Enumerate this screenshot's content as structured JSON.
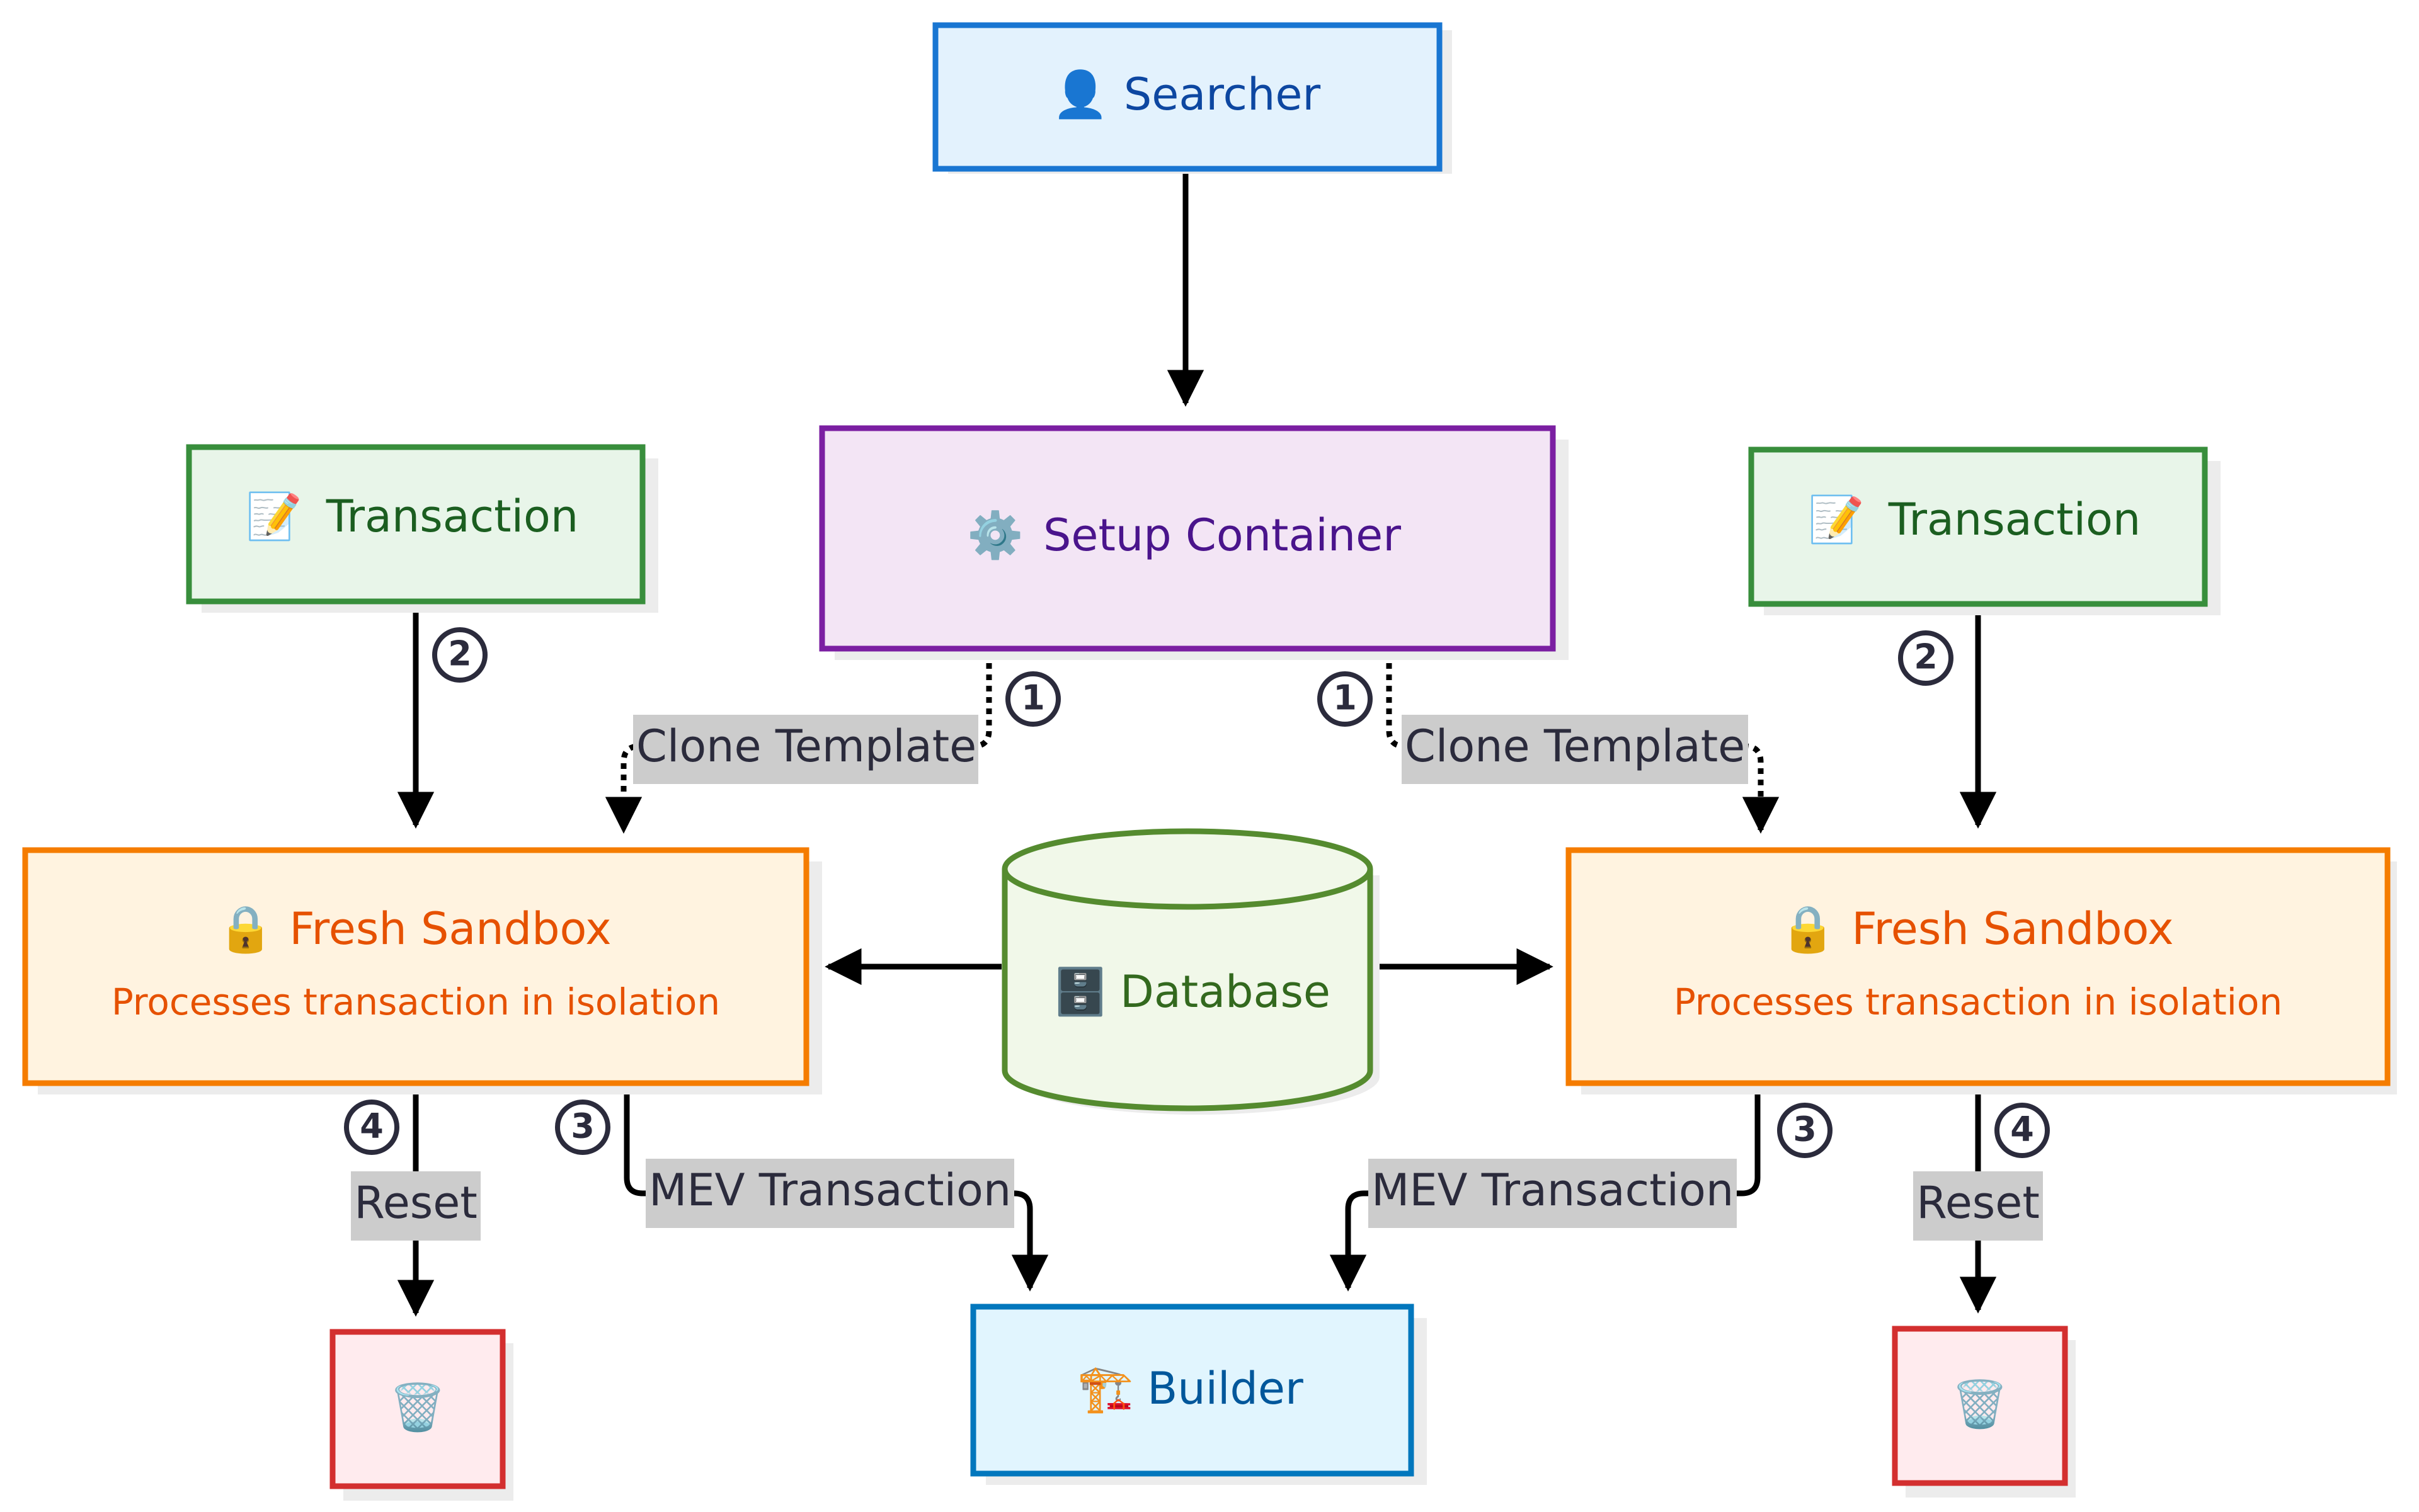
{
  "diagram": {
    "nodes": {
      "searcher": {
        "icon": "👤",
        "icon_name": "person-icon",
        "label": "Searcher"
      },
      "setup": {
        "icon": "⚙️",
        "icon_name": "gear-icon",
        "label": "Setup Container"
      },
      "tx_left": {
        "icon": "📝",
        "icon_name": "memo-icon",
        "label": "Transaction"
      },
      "tx_right": {
        "icon": "📝",
        "icon_name": "memo-icon",
        "label": "Transaction"
      },
      "sandbox_left": {
        "icon": "🔒",
        "icon_name": "lock-icon",
        "label": "Fresh Sandbox",
        "sublabel": "Processes transaction in isolation"
      },
      "sandbox_right": {
        "icon": "🔒",
        "icon_name": "lock-icon",
        "label": "Fresh Sandbox",
        "sublabel": "Processes transaction in isolation"
      },
      "database": {
        "icon": "🗄️",
        "icon_name": "file-cabinet-icon",
        "label": "Database"
      },
      "builder": {
        "icon": "🏗️",
        "icon_name": "construction-crane-icon",
        "label": "Builder"
      },
      "trash_left": {
        "icon": "🗑️",
        "icon_name": "trash-icon"
      },
      "trash_right": {
        "icon": "🗑️",
        "icon_name": "trash-icon"
      }
    },
    "edge_labels": {
      "clone_left": "Clone Template",
      "clone_right": "Clone Template",
      "mev_left": "MEV Transaction",
      "mev_right": "MEV Transaction",
      "reset_left": "Reset",
      "reset_right": "Reset"
    },
    "steps": {
      "clone_left": "1",
      "clone_right": "1",
      "tx_left": "2",
      "tx_right": "2",
      "mev_left": "3",
      "mev_right": "3",
      "reset_left": "4",
      "reset_right": "4"
    },
    "colors": {
      "searcher_fill": "#e3f2fd",
      "searcher_stroke": "#1976d2",
      "searcher_text": "#0d47a1",
      "setup_fill": "#f3e5f5",
      "setup_stroke": "#7b1fa2",
      "setup_text": "#4a148c",
      "tx_fill": "#e8f5e9",
      "tx_stroke": "#388e3c",
      "tx_text": "#1b5e20",
      "sandbox_fill": "#fff3e0",
      "sandbox_stroke": "#f57c00",
      "sandbox_text": "#e65100",
      "db_fill": "#f1f8e9",
      "db_stroke": "#558b2f",
      "db_text": "#33691e",
      "builder_fill": "#e1f5fe",
      "builder_stroke": "#0277bd",
      "builder_text": "#01579b",
      "trash_fill": "#ffebee",
      "trash_stroke": "#d32f2f",
      "edge": "#000000",
      "label_bg": "#cccccc"
    }
  }
}
